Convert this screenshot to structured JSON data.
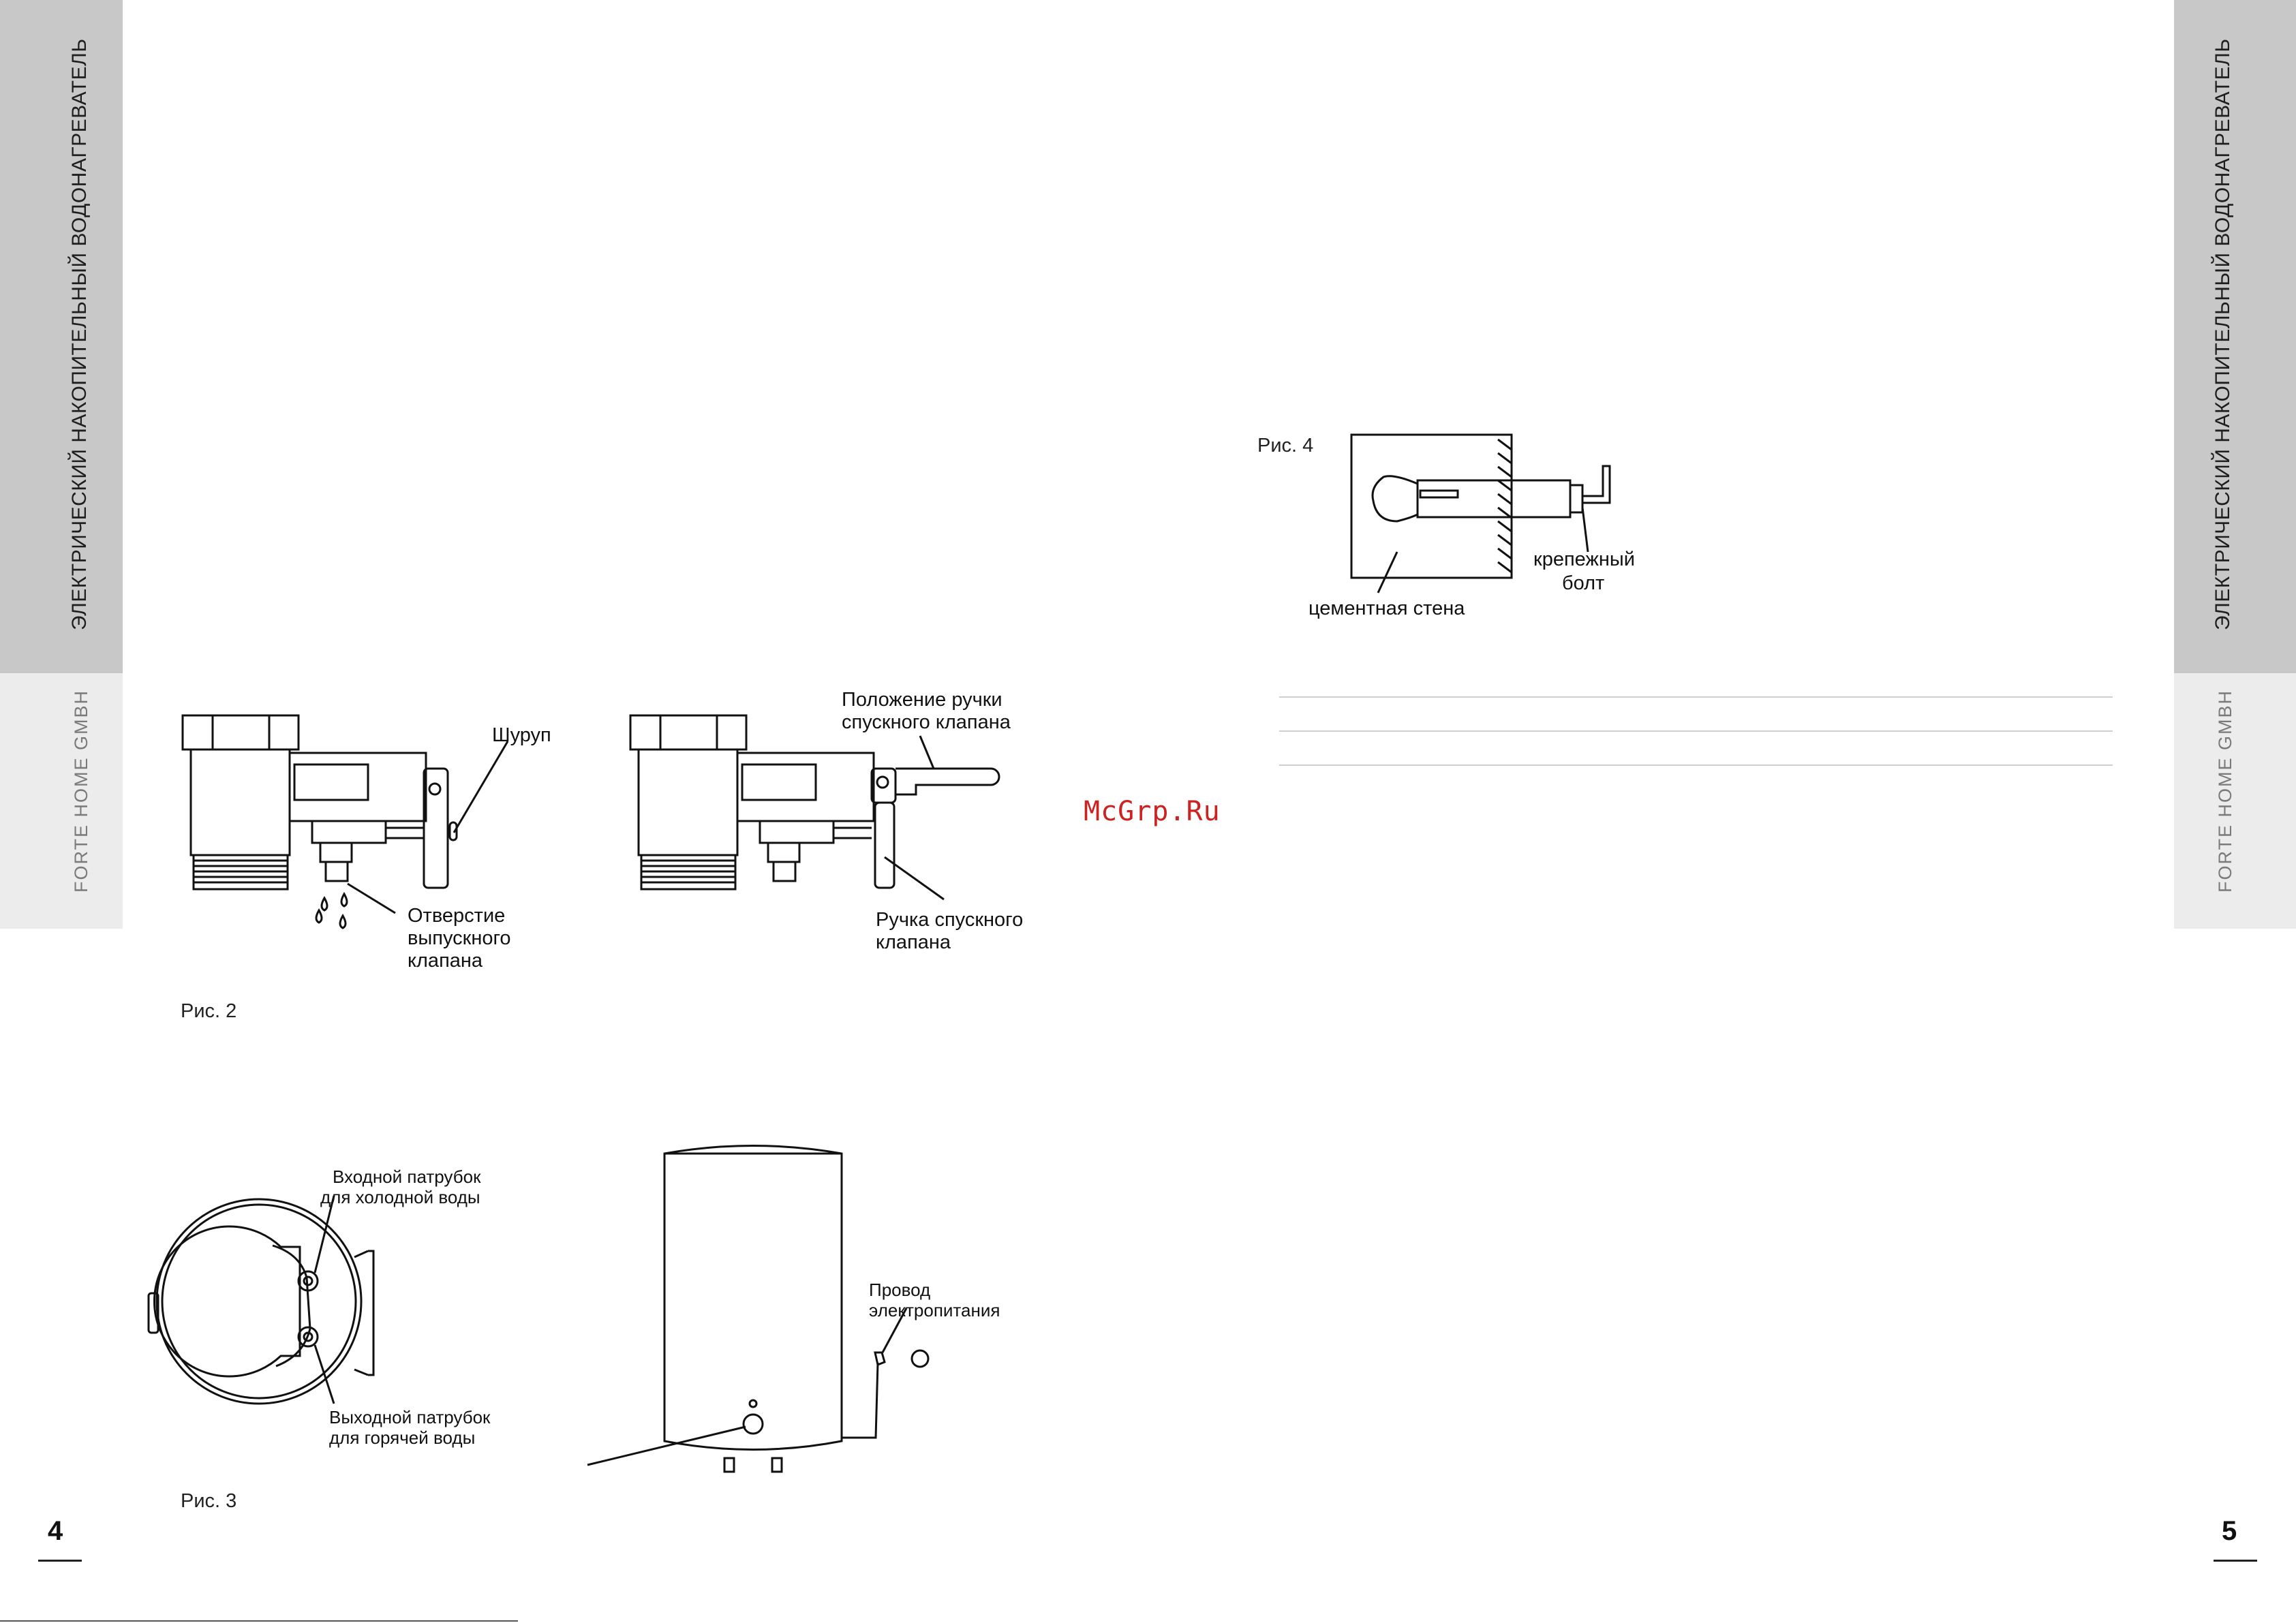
{
  "side_title": "ЭЛЕКТРИЧЕСКИЙ НАКОПИТЕЛЬНЫЙ ВОДОНАГРЕВАТЕЛЬ",
  "brand": "FORTE HOME GMBH",
  "watermark": "McGrp.Ru",
  "left_page": {
    "page_number": "4",
    "fig2": {
      "caption": "Рис. 2",
      "screw": "Шуруп",
      "outlet_hole": [
        "Отверстие",
        "выпускного",
        "клапана"
      ],
      "handle_position": [
        "Положение ручки",
        "спускного клапана"
      ],
      "drain_handle": [
        "Ручка спускного",
        "клапана"
      ]
    },
    "fig3": {
      "caption": "Рис. 3",
      "cold_inlet": [
        "Входной патрубок",
        "для холодной воды"
      ],
      "hot_outlet": [
        "Выходной патрубок",
        "для горячей воды"
      ],
      "power_cord": [
        "Провод",
        "электропитания"
      ]
    }
  },
  "right_page": {
    "page_number": "5",
    "fig4": {
      "caption": "Рис. 4",
      "bolt": [
        "крепежный",
        "болт"
      ],
      "wall": "цементная стена"
    }
  }
}
